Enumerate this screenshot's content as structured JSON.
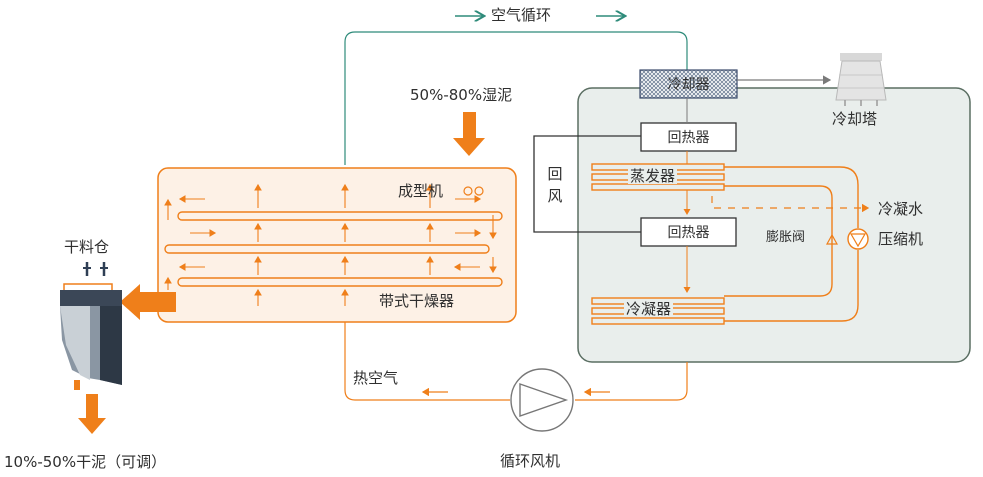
{
  "labels": {
    "air_cycle": "空气循环",
    "wet_sludge": "50%-80%湿泥",
    "cooler": "冷却器",
    "cooling_tower": "冷却塔",
    "reheater_top": "回热器",
    "return_air": "回风",
    "evaporator": "蒸发器",
    "condensate": "冷凝水",
    "reheater_mid": "回热器",
    "expansion_valve": "膨胀阀",
    "compressor": "压缩机",
    "condenser": "冷凝器",
    "forming_machine": "成型机",
    "belt_dryer": "带式干燥器",
    "dry_bin": "干料仓",
    "hot_air": "热空气",
    "circ_fan": "循环风机",
    "dry_sludge": "10%-50%干泥（可调）"
  },
  "colors": {
    "orange": "#ef7f1a",
    "panel_green": "#e9eeec",
    "panel_border": "#5a6e62",
    "dryer_fill": "#fdf1e6",
    "line_gray": "#8c8c8c"
  }
}
